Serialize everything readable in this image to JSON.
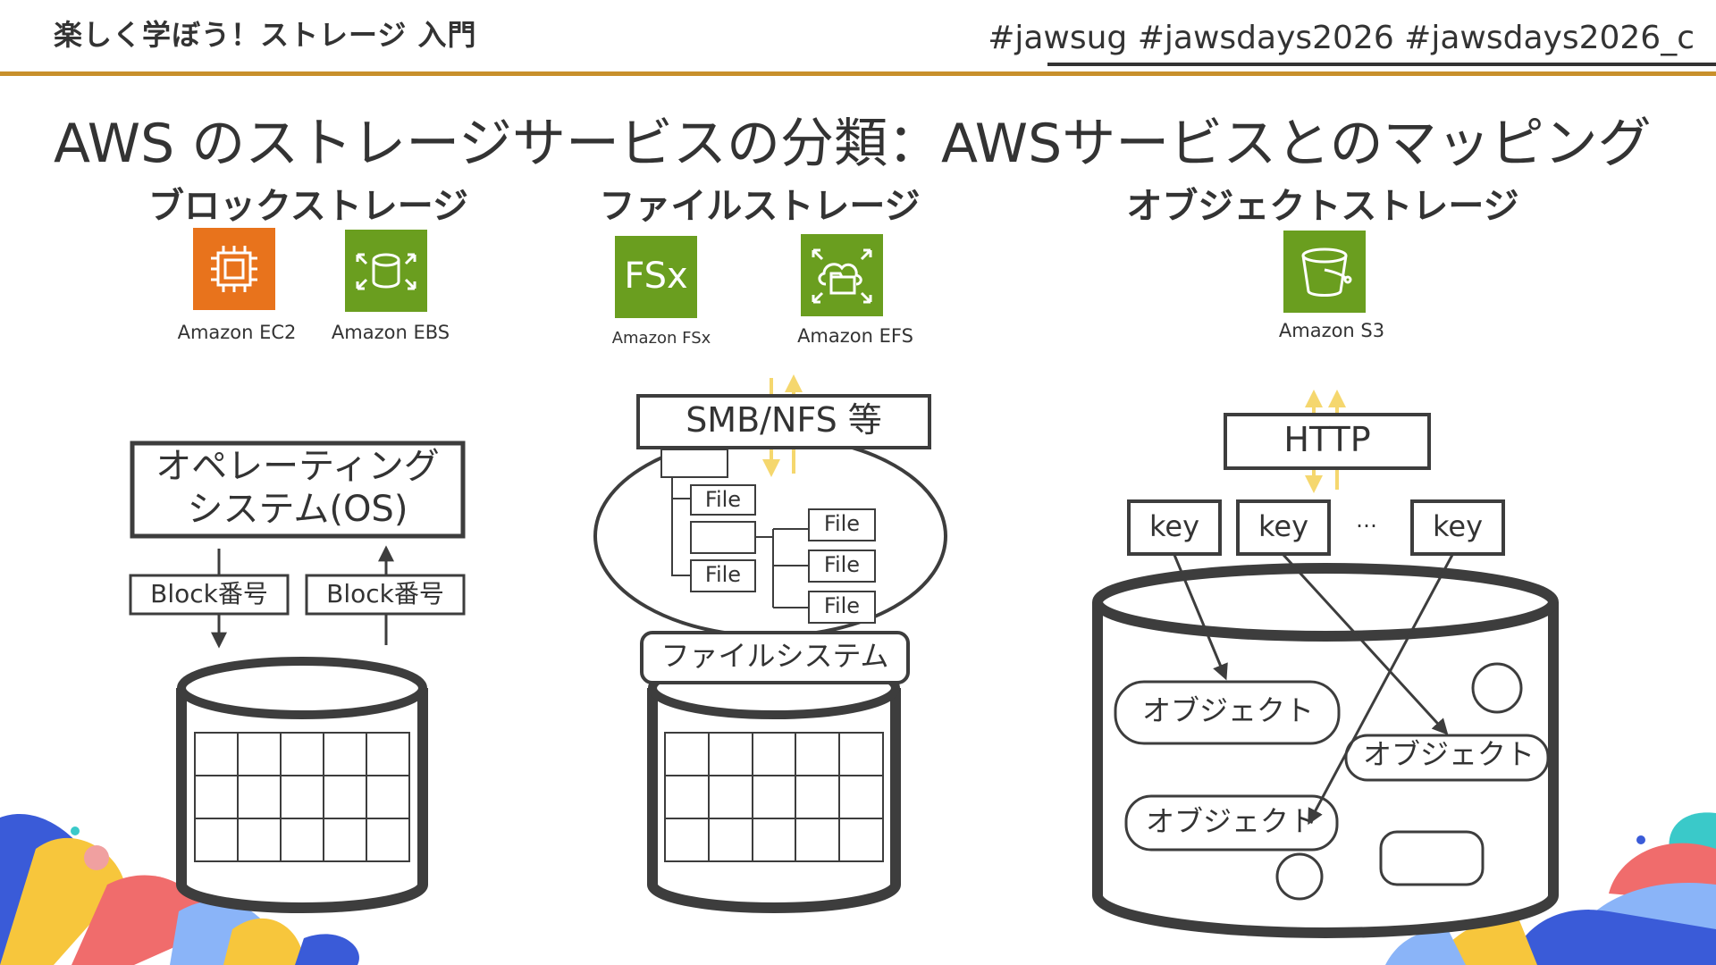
{
  "header": {
    "title": "楽しく学ぼう！ストレージ 入門",
    "hashtags": "#jawsug #jawsdays2026 #jawsdays2026_c"
  },
  "slide": {
    "title": "AWS のストレージサービスの分類：AWSサービスとのマッピング"
  },
  "categories": {
    "block": {
      "label": "ブロックストレージ",
      "services": [
        "Amazon EC2",
        "Amazon EBS"
      ],
      "os_box": [
        "オペレーティング",
        "システム(OS)"
      ],
      "block_labels": [
        "Block番号",
        "Block番号"
      ]
    },
    "file": {
      "label": "ファイルストレージ",
      "services": [
        "Amazon FSx",
        "Amazon EFS"
      ],
      "protocol": "SMB/NFS 等",
      "file_label": "File",
      "filesystem": "ファイルシステム",
      "fsx_logo_text": "FSx"
    },
    "object": {
      "label": "オブジェクトストレージ",
      "services": [
        "Amazon S3"
      ],
      "protocol": "HTTP",
      "key_label": "key",
      "ellipsis": "…",
      "object_label": "オブジェクト"
    }
  },
  "colors": {
    "accent": "#c8902c",
    "ec2_orange": "#e8731c",
    "aws_green": "#6a9e1f",
    "arrow_yellow": "#f5d76e",
    "stroke": "#3d3d3d"
  },
  "icons": [
    "ec2-chip-icon",
    "ebs-volume-icon",
    "fsx-icon",
    "efs-cloud-folder-icon",
    "s3-bucket-icon"
  ]
}
